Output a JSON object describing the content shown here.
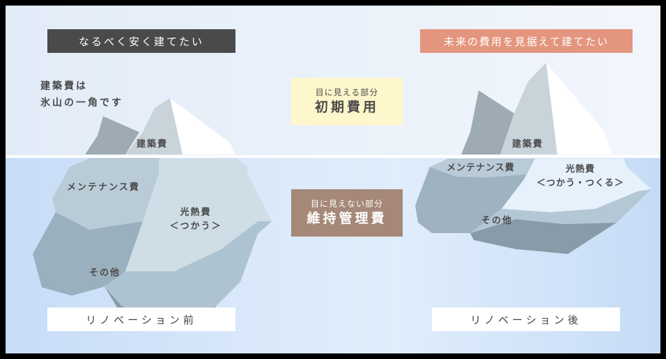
{
  "left_panel": {
    "title": "なるべく安く建てたい",
    "note_lines": [
      "建築費は",
      "氷山の一角です"
    ],
    "labels": {
      "construction": "建築費",
      "maintenance": "メンテナンス費",
      "utility_line1": "光熱費",
      "utility_line2": "＜つかう＞",
      "other": "その他"
    },
    "caption": "リノベーション前"
  },
  "right_panel": {
    "title": "未来の費用を見据えて建てたい",
    "labels": {
      "construction": "建築費",
      "maintenance": "メンテナンス費",
      "utility_line1": "光熱費",
      "utility_line2": "＜つかう・つくる＞",
      "other": "その他"
    },
    "caption": "リノベーション後"
  },
  "center": {
    "visible": {
      "small": "目に見える部分",
      "big": "初期費用"
    },
    "hidden": {
      "small": "目に見えない部分",
      "big": "維持管理費"
    }
  },
  "colors": {
    "title_dark": "#4a4a4a",
    "title_salmon": "#e4957e",
    "box_yellow": "#fff7cc",
    "box_brown": "#a58878",
    "ice_dark": "#9eadb6",
    "ice_mid": "#c9d4dc",
    "ice_white": "#ffffff"
  }
}
